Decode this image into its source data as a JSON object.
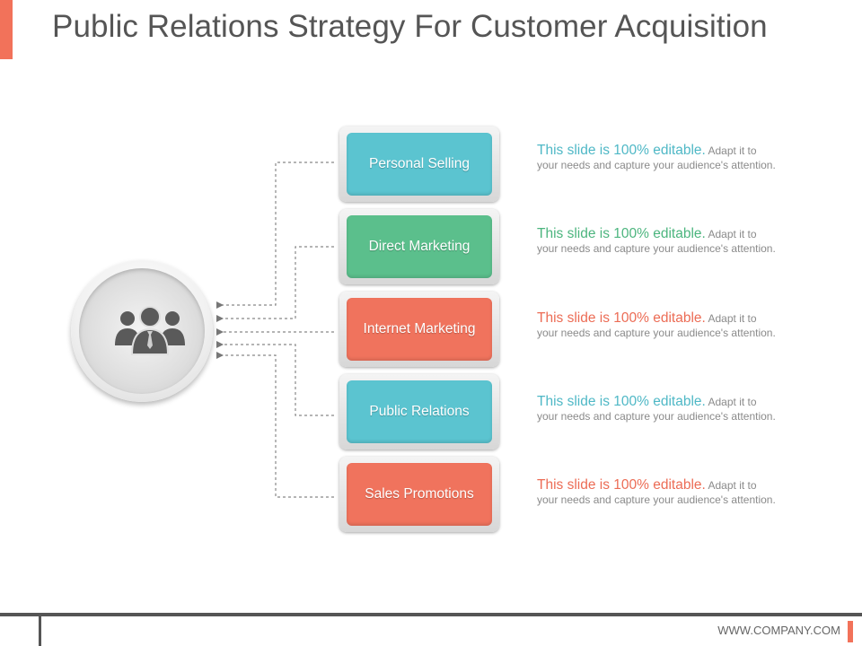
{
  "title": "Public Relations Strategy For Customer Acquisition",
  "footer": {
    "url": "WWW.COMPANY.COM"
  },
  "colors": {
    "teal": "#5bc4d0",
    "green": "#5bbf8c",
    "coral": "#f0735d",
    "accent": "#f2725a"
  },
  "hub": {
    "icon": "people-group-icon"
  },
  "items": [
    {
      "label": "Personal Selling",
      "color": "teal",
      "desc_lead": "This slide is 100% editable.",
      "desc_rest_1": " Adapt it to",
      "desc_rest_2": "your needs and capture your audience's attention."
    },
    {
      "label": "Direct Marketing",
      "color": "green",
      "desc_lead": "This slide is 100% editable.",
      "desc_rest_1": " Adapt it to",
      "desc_rest_2": "your needs and capture your audience's attention."
    },
    {
      "label": "Internet Marketing",
      "color": "coral",
      "desc_lead": "This slide is 100% editable.",
      "desc_rest_1": " Adapt it to",
      "desc_rest_2": "your needs and capture your audience's attention."
    },
    {
      "label": "Public Relations",
      "color": "teal",
      "desc_lead": "This slide is 100% editable.",
      "desc_rest_1": " Adapt it to",
      "desc_rest_2": "your needs and capture your audience's attention."
    },
    {
      "label": "Sales Promotions",
      "color": "coral",
      "desc_lead": "This slide is 100% editable.",
      "desc_rest_1": " Adapt it to",
      "desc_rest_2": "your needs and capture your audience's attention."
    }
  ]
}
